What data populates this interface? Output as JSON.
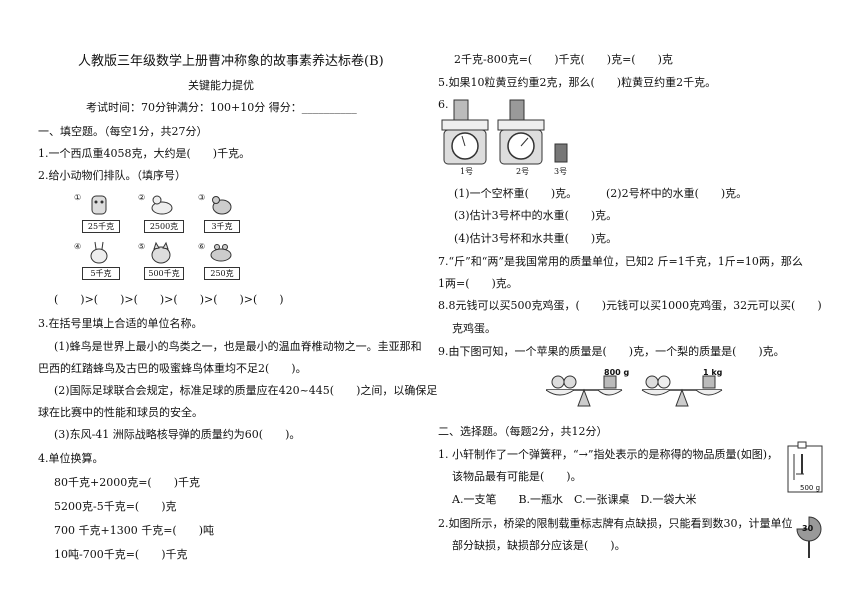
{
  "header": {
    "title": "人教版三年级数学上册曹冲称象的故事素养达标卷(B)",
    "subtitle": "关键能力提优",
    "exam_info": "考试时间：70分钟满分：100+10分 得分：__________"
  },
  "section1": {
    "heading": "一、填空题。（每空1分，共27分）",
    "q1": "1.一个西瓜重4058克，大约是(　　)千克。",
    "q2": "2.给小动物们排队。（填序号）",
    "animals": [
      {
        "num": "①",
        "weight": "25千克"
      },
      {
        "num": "②",
        "weight": "2500克"
      },
      {
        "num": "③",
        "weight": "3千克"
      },
      {
        "num": "④",
        "weight": "5千克"
      },
      {
        "num": "⑤",
        "weight": "500千克"
      },
      {
        "num": "⑥",
        "weight": "250克"
      }
    ],
    "order_line": "(　　)>(　　)>(　　)>(　　)>(　　)>(　　)",
    "q3": "3.在括号里填上合适的单位名称。",
    "q3_1a": "(1)蜂鸟是世界上最小的鸟类之一，也是最小的温血脊椎动物之一。圭亚那和",
    "q3_1b": "巴西的红踏蜂鸟及古巴的吸蜜蜂鸟体重均不足2(　　)。",
    "q3_2a": "(2)国际足球联合会规定，标准足球的质量应在420~445(　　)之间，以确保足",
    "q3_2b": "球在比赛中的性能和球员的安全。",
    "q3_3": "(3)东风-41 洲际战略核导弹的质量约为60(　　)。",
    "q4": "4.单位换算。",
    "q4_lines": [
      "80千克+2000克=(　　)千克",
      "5200克-5千克=(　　)克",
      "700 千克+1300 千克=(　　)吨",
      "10吨-700千克=(　　)千克"
    ]
  },
  "right": {
    "q4_last": "2千克-800克=(　　)千克(　　)克=(　　)克",
    "q5": "5.如果10粒黄豆约重2克，那么(　　)粒黄豆约重2千克。",
    "q6": "6.",
    "scale_labels": [
      "1号",
      "2号",
      "3号"
    ],
    "q6_1": "(1)一个空杯重(　　)克。",
    "q6_2": "(2)2号杯中的水重(　　)克。",
    "q6_3": "(3)估计3号杯中的水重(　　)克。",
    "q6_4": "(4)估计3号杯和水共重(　　)克。",
    "q7a": "7.“斤”和“两”是我国常用的质量单位，已知2 斤=1千克，1斤=10两，那么",
    "q7b": "1两=(　　)克。",
    "q8a": "8.8元钱可以买500克鸡蛋，(　　)元钱可以买1000克鸡蛋，32元可以买(　　)",
    "q8b": "克鸡蛋。",
    "q9": "9.由下图可知，一个苹果的质量是(　　)克，一个梨的质量是(　　)克。",
    "balance_labels": [
      "800 g",
      "1 kg"
    ],
    "section2": "二、选择题。（每题2分，共12分）",
    "s2q1a": "1.  小轩制作了一个弹簧秤，“→”指处表示的是称得的物品质量(如图)，",
    "s2q1b": "该物品最有可能是(　　)。",
    "s2q1_opts": "A.一支笔　　B.一瓶水　C.一张课桌　D.一袋大米",
    "spring_label": "500 g",
    "s2q2a": "2.如图所示，桥梁的限制载重标志牌有点缺损，只能看到数30，计量单位",
    "s2q2b": "部分缺损，缺损部分应该是(　　)。",
    "sign_num": "30"
  }
}
